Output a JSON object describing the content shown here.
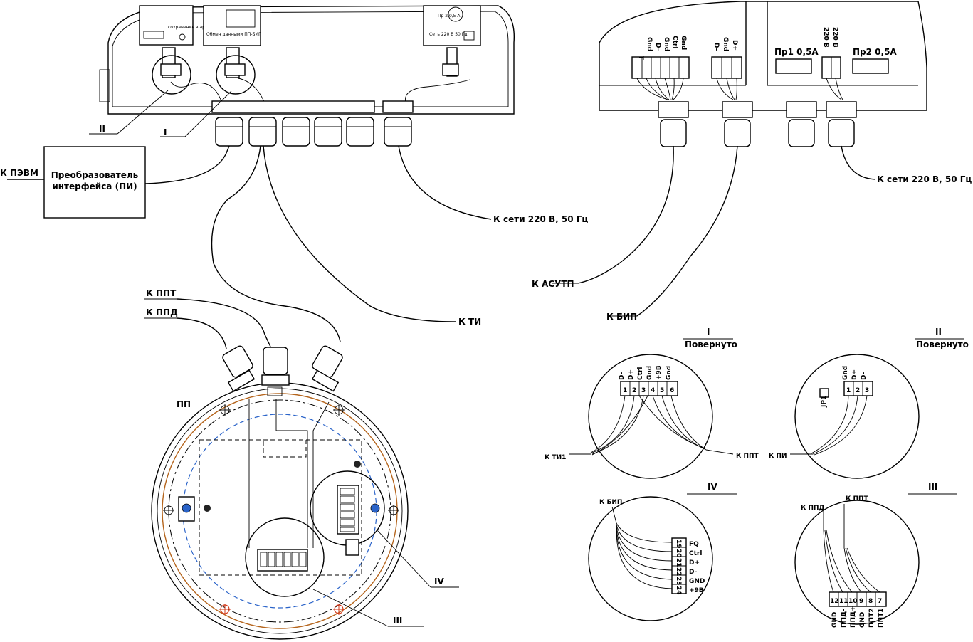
{
  "labels": {
    "pzvm": "К ПЭВМ",
    "converter_line1": "Преобразователь",
    "converter_line2": "интерфейса (ПИ)",
    "mains_left": "К сети 220 В, 50 Гц",
    "mains_right": "К сети 220 В, 50 Гц",
    "asutp": "К АСУТП",
    "bip": "К БИП",
    "ti": "К ТИ",
    "ppt": "К ППТ",
    "ppd": "К ППД",
    "pp": "ПП"
  },
  "callouts": {
    "I": "I",
    "II": "II",
    "III": "III",
    "IV": "IV",
    "rotated": "Повернуто"
  },
  "right_box": {
    "terminals_left": [
      "T",
      "Gnd",
      "D-",
      "Gnd",
      "Ctrl",
      "Gnd"
    ],
    "terminals_mid": [
      "D-",
      "Gnd",
      "D+"
    ],
    "fuse1": "Пр1 0,5А",
    "fuse2": "Пр2 0,5А",
    "mains_terms": [
      "220 В",
      "220 В"
    ]
  },
  "detail_I": {
    "signals": [
      "D-",
      "D+",
      "Ctrl",
      "Gnd",
      "+9В",
      "Gnd"
    ],
    "pins": [
      "1",
      "2",
      "3",
      "4",
      "5",
      "6"
    ],
    "left": "К ТИ1",
    "right": "К ППТ"
  },
  "detail_II": {
    "signals": [
      "Gnd",
      "D+",
      "D-"
    ],
    "pins": [
      "1",
      "2",
      "3"
    ],
    "jumper": "JP1",
    "left": "К ПИ"
  },
  "detail_IV": {
    "top": "К БИП",
    "pins": [
      "19",
      "20",
      "21",
      "22",
      "23",
      "24"
    ],
    "signals": [
      "FQ",
      "Ctrl",
      "D+",
      "D-",
      "GND",
      "+9В"
    ]
  },
  "detail_III": {
    "ppd": "К ППД",
    "ppt": "К ППТ",
    "pins": [
      "12",
      "11",
      "10",
      "9",
      "8",
      "7"
    ],
    "signals": [
      "GND",
      "ППД-",
      "ППД+",
      "GND",
      "ППТ2",
      "ППТ1"
    ]
  },
  "left_box_small": {
    "module1": "сохранение в архиве",
    "module2": "Обмен данными ПП-БИП",
    "module3": "Сеть 220 В 50 Гц",
    "fuse": "Пр 2 0,5 А"
  }
}
